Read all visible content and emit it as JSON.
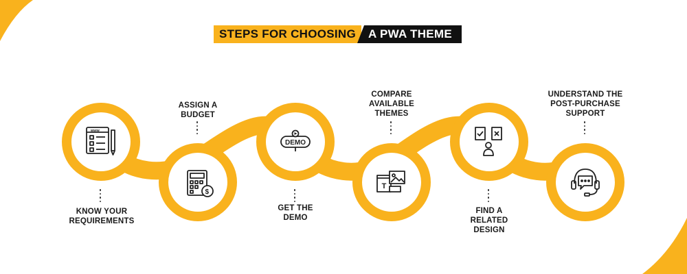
{
  "title": {
    "part1": "STEPS FOR CHOOSING",
    "part2": "A PWA THEME"
  },
  "colors": {
    "accent": "#f9b21d",
    "dark": "#111111",
    "text": "#1a1a1a"
  },
  "steps": [
    {
      "lines": [
        "KNOW YOUR",
        "REQUIREMENTS"
      ],
      "icon": "checklist-icon",
      "position": "top"
    },
    {
      "lines": [
        "ASSIGN A",
        "BUDGET"
      ],
      "icon": "calculator-icon",
      "position": "bottom"
    },
    {
      "lines": [
        "GET THE",
        "DEMO"
      ],
      "icon": "demo-icon",
      "icon_text": "DEMO",
      "position": "top"
    },
    {
      "lines": [
        "COMPARE",
        "AVAILABLE",
        "THEMES"
      ],
      "icon": "theme-compare-icon",
      "icon_text": "T",
      "position": "bottom"
    },
    {
      "lines": [
        "FIND A",
        "RELATED",
        "DESIGN"
      ],
      "icon": "design-documents-icon",
      "position": "top"
    },
    {
      "lines": [
        "UNDERSTAND THE",
        "POST-PURCHASE",
        "SUPPORT"
      ],
      "icon": "headset-support-icon",
      "position": "bottom"
    }
  ]
}
